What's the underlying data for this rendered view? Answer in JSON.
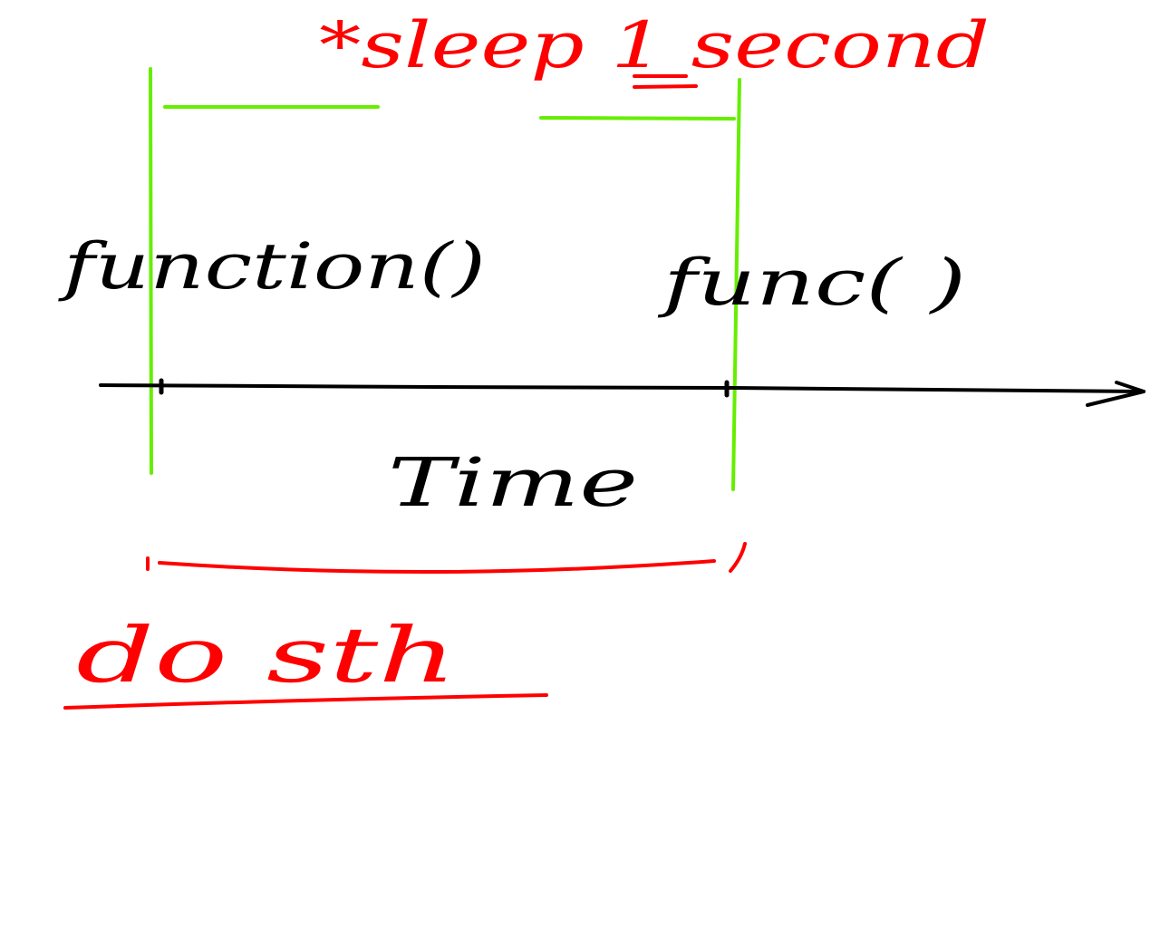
{
  "labels": {
    "sleep_note": "*sleep 1 second",
    "first_call": "function()",
    "second_call": "func( )",
    "axis_label": "Time",
    "interval_label": "do sth"
  },
  "colors": {
    "green": "#66ee00",
    "red": "#ff0000",
    "black": "#000000",
    "background": "#ffffff"
  }
}
